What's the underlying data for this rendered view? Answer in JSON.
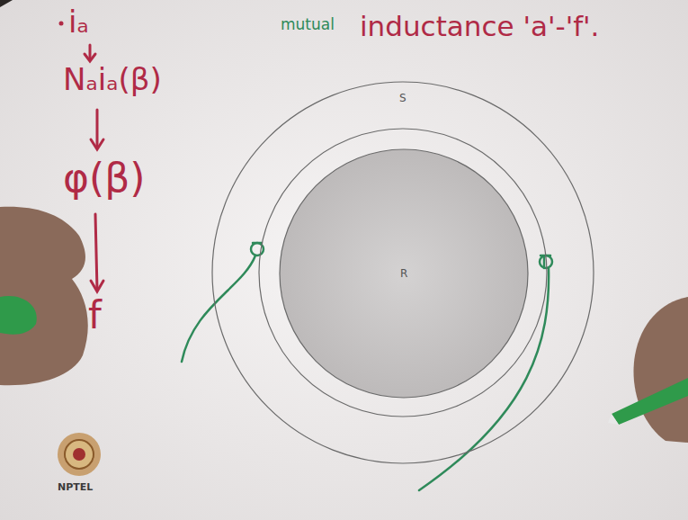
{
  "diagram": {
    "nodes": [
      {
        "text": [
          "S"
        ]
      },
      {
        "text": [
          "R"
        ],
        "in": 0
      }
    ],
    "labels": [
      "iₐ",
      "Nₐiₐ(β)",
      "φ(β)",
      "f",
      "mutual",
      "inductance 'a'-'f'.",
      "NPTEL"
    ]
  }
}
